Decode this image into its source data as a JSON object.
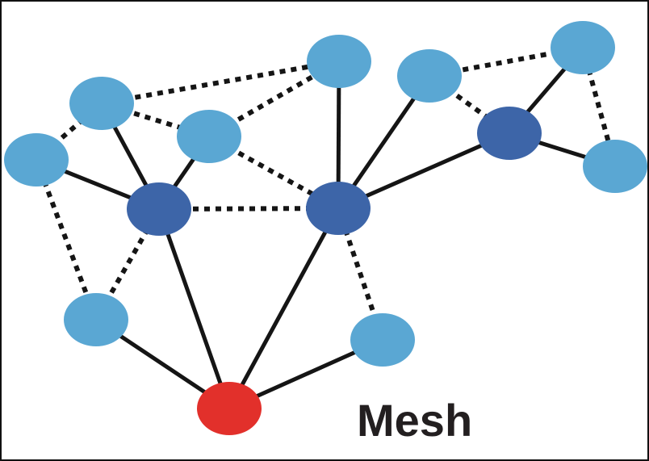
{
  "caption": "Mesh",
  "colors": {
    "node_light": "#5aa7d3",
    "node_dark": "#3d65a8",
    "node_red": "#e2302b",
    "edge": "#151515"
  },
  "nodes": [
    {
      "id": "n1",
      "kind": "light"
    },
    {
      "id": "n2",
      "kind": "light"
    },
    {
      "id": "n3",
      "kind": "light"
    },
    {
      "id": "n4",
      "kind": "light"
    },
    {
      "id": "n5",
      "kind": "light"
    },
    {
      "id": "n6",
      "kind": "light"
    },
    {
      "id": "n7",
      "kind": "light"
    },
    {
      "id": "n8",
      "kind": "light"
    },
    {
      "id": "n9",
      "kind": "light"
    },
    {
      "id": "h1",
      "kind": "dark"
    },
    {
      "id": "h2",
      "kind": "dark"
    },
    {
      "id": "h3",
      "kind": "dark"
    },
    {
      "id": "root",
      "kind": "red"
    }
  ],
  "edges": [
    {
      "from": "n1",
      "to": "h1",
      "style": "solid"
    },
    {
      "from": "n2",
      "to": "h1",
      "style": "solid"
    },
    {
      "from": "n3",
      "to": "h1",
      "style": "solid"
    },
    {
      "from": "h1",
      "to": "root",
      "style": "solid"
    },
    {
      "from": "n4",
      "to": "h2",
      "style": "solid"
    },
    {
      "from": "n5",
      "to": "h2",
      "style": "solid"
    },
    {
      "from": "h3",
      "to": "h2",
      "style": "solid"
    },
    {
      "from": "h2",
      "to": "root",
      "style": "solid"
    },
    {
      "from": "n7",
      "to": "root",
      "style": "solid"
    },
    {
      "from": "n8",
      "to": "root",
      "style": "solid"
    },
    {
      "from": "n6",
      "to": "h3",
      "style": "solid"
    },
    {
      "from": "h3",
      "to": "n9",
      "style": "solid"
    },
    {
      "from": "n2",
      "to": "n4",
      "style": "dotted"
    },
    {
      "from": "n1",
      "to": "n2",
      "style": "dotted"
    },
    {
      "from": "n2",
      "to": "n3",
      "style": "dotted"
    },
    {
      "from": "n3",
      "to": "n4",
      "style": "dotted"
    },
    {
      "from": "n5",
      "to": "n6",
      "style": "dotted"
    },
    {
      "from": "n5",
      "to": "h3",
      "style": "dotted"
    },
    {
      "from": "n6",
      "to": "n9",
      "style": "dotted"
    },
    {
      "from": "n3",
      "to": "h2",
      "style": "dotted"
    },
    {
      "from": "h1",
      "to": "h2",
      "style": "dotted"
    },
    {
      "from": "n1",
      "to": "n7",
      "style": "dotted"
    },
    {
      "from": "h1",
      "to": "n7",
      "style": "dotted"
    },
    {
      "from": "h2",
      "to": "n8",
      "style": "dotted"
    }
  ]
}
